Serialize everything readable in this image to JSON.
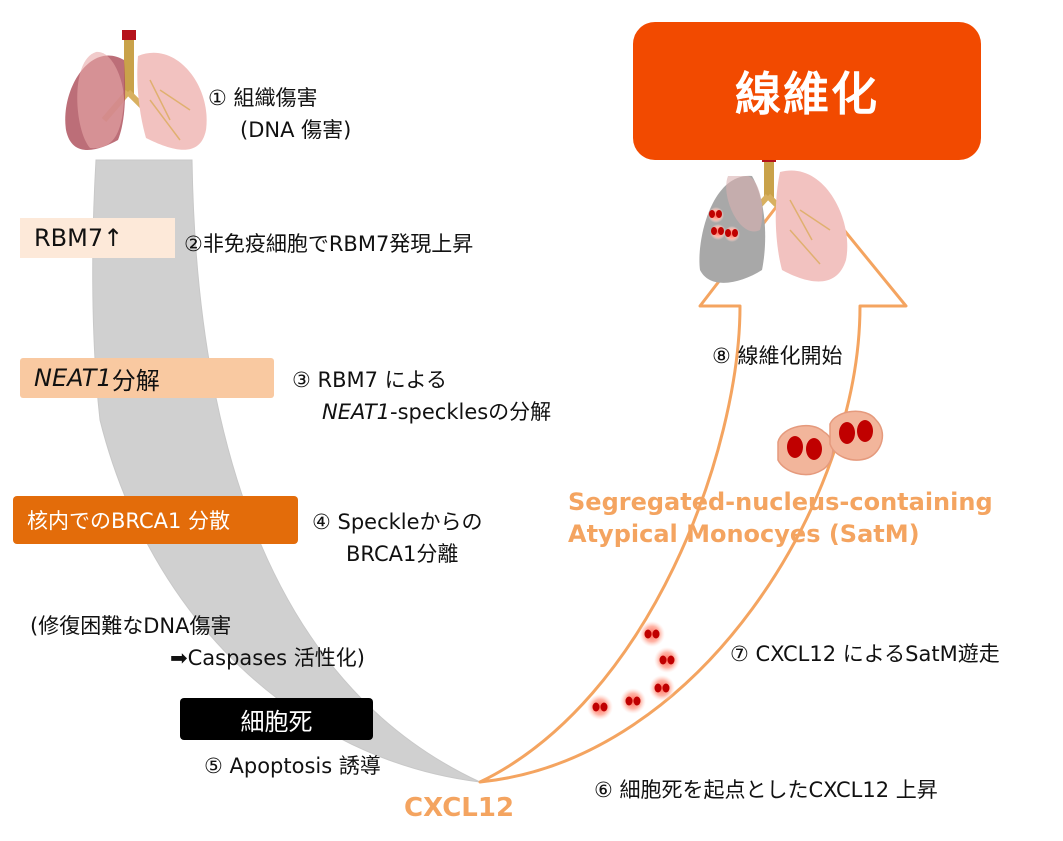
{
  "fibrosis_title": "線維化",
  "steps": {
    "s1_title": "① 組織傷害",
    "s1_sub": "(DNA 傷害)",
    "s2": "②非免疫細胞でRBM7発現上昇",
    "s3_line1": "③ RBM7 による",
    "s3_line2_italic": "NEAT1",
    "s3_line2_rest": "-specklesの分解",
    "s4_line1": "④ Speckleからの",
    "s4_line2": "BRCA1分離",
    "note_line1": "(修復困難なDNA傷害",
    "note_line2": "➡Caspases 活性化)",
    "s5": "⑤ Apoptosis 誘導",
    "s6": "⑥ 細胞死を起点としたCXCL12 上昇",
    "s7": "⑦ CXCL12 によるSatM遊走",
    "s8": "⑧ 線維化開始"
  },
  "boxes": {
    "rbm7": "RBM7↑",
    "neat1_italic": "NEAT1",
    "neat1_rest": " 分解",
    "brca1": "核内でのBRCA1 分散",
    "death": "細胞死"
  },
  "labels": {
    "satm_line1": "Segregated-nucleus-containing",
    "satm_line2": "Atypical Monocyes (SatM)",
    "cxcl12": "CXCL12"
  },
  "colors": {
    "fibrosis_box": "#f24a00",
    "gray_band": "#d0d0d0",
    "orange_outline": "#f4a460",
    "rbm7_box": "#fde9d9",
    "neat1_box": "#f9c9a1",
    "brca1_box": "#e36c0a",
    "death_box": "#000000"
  }
}
